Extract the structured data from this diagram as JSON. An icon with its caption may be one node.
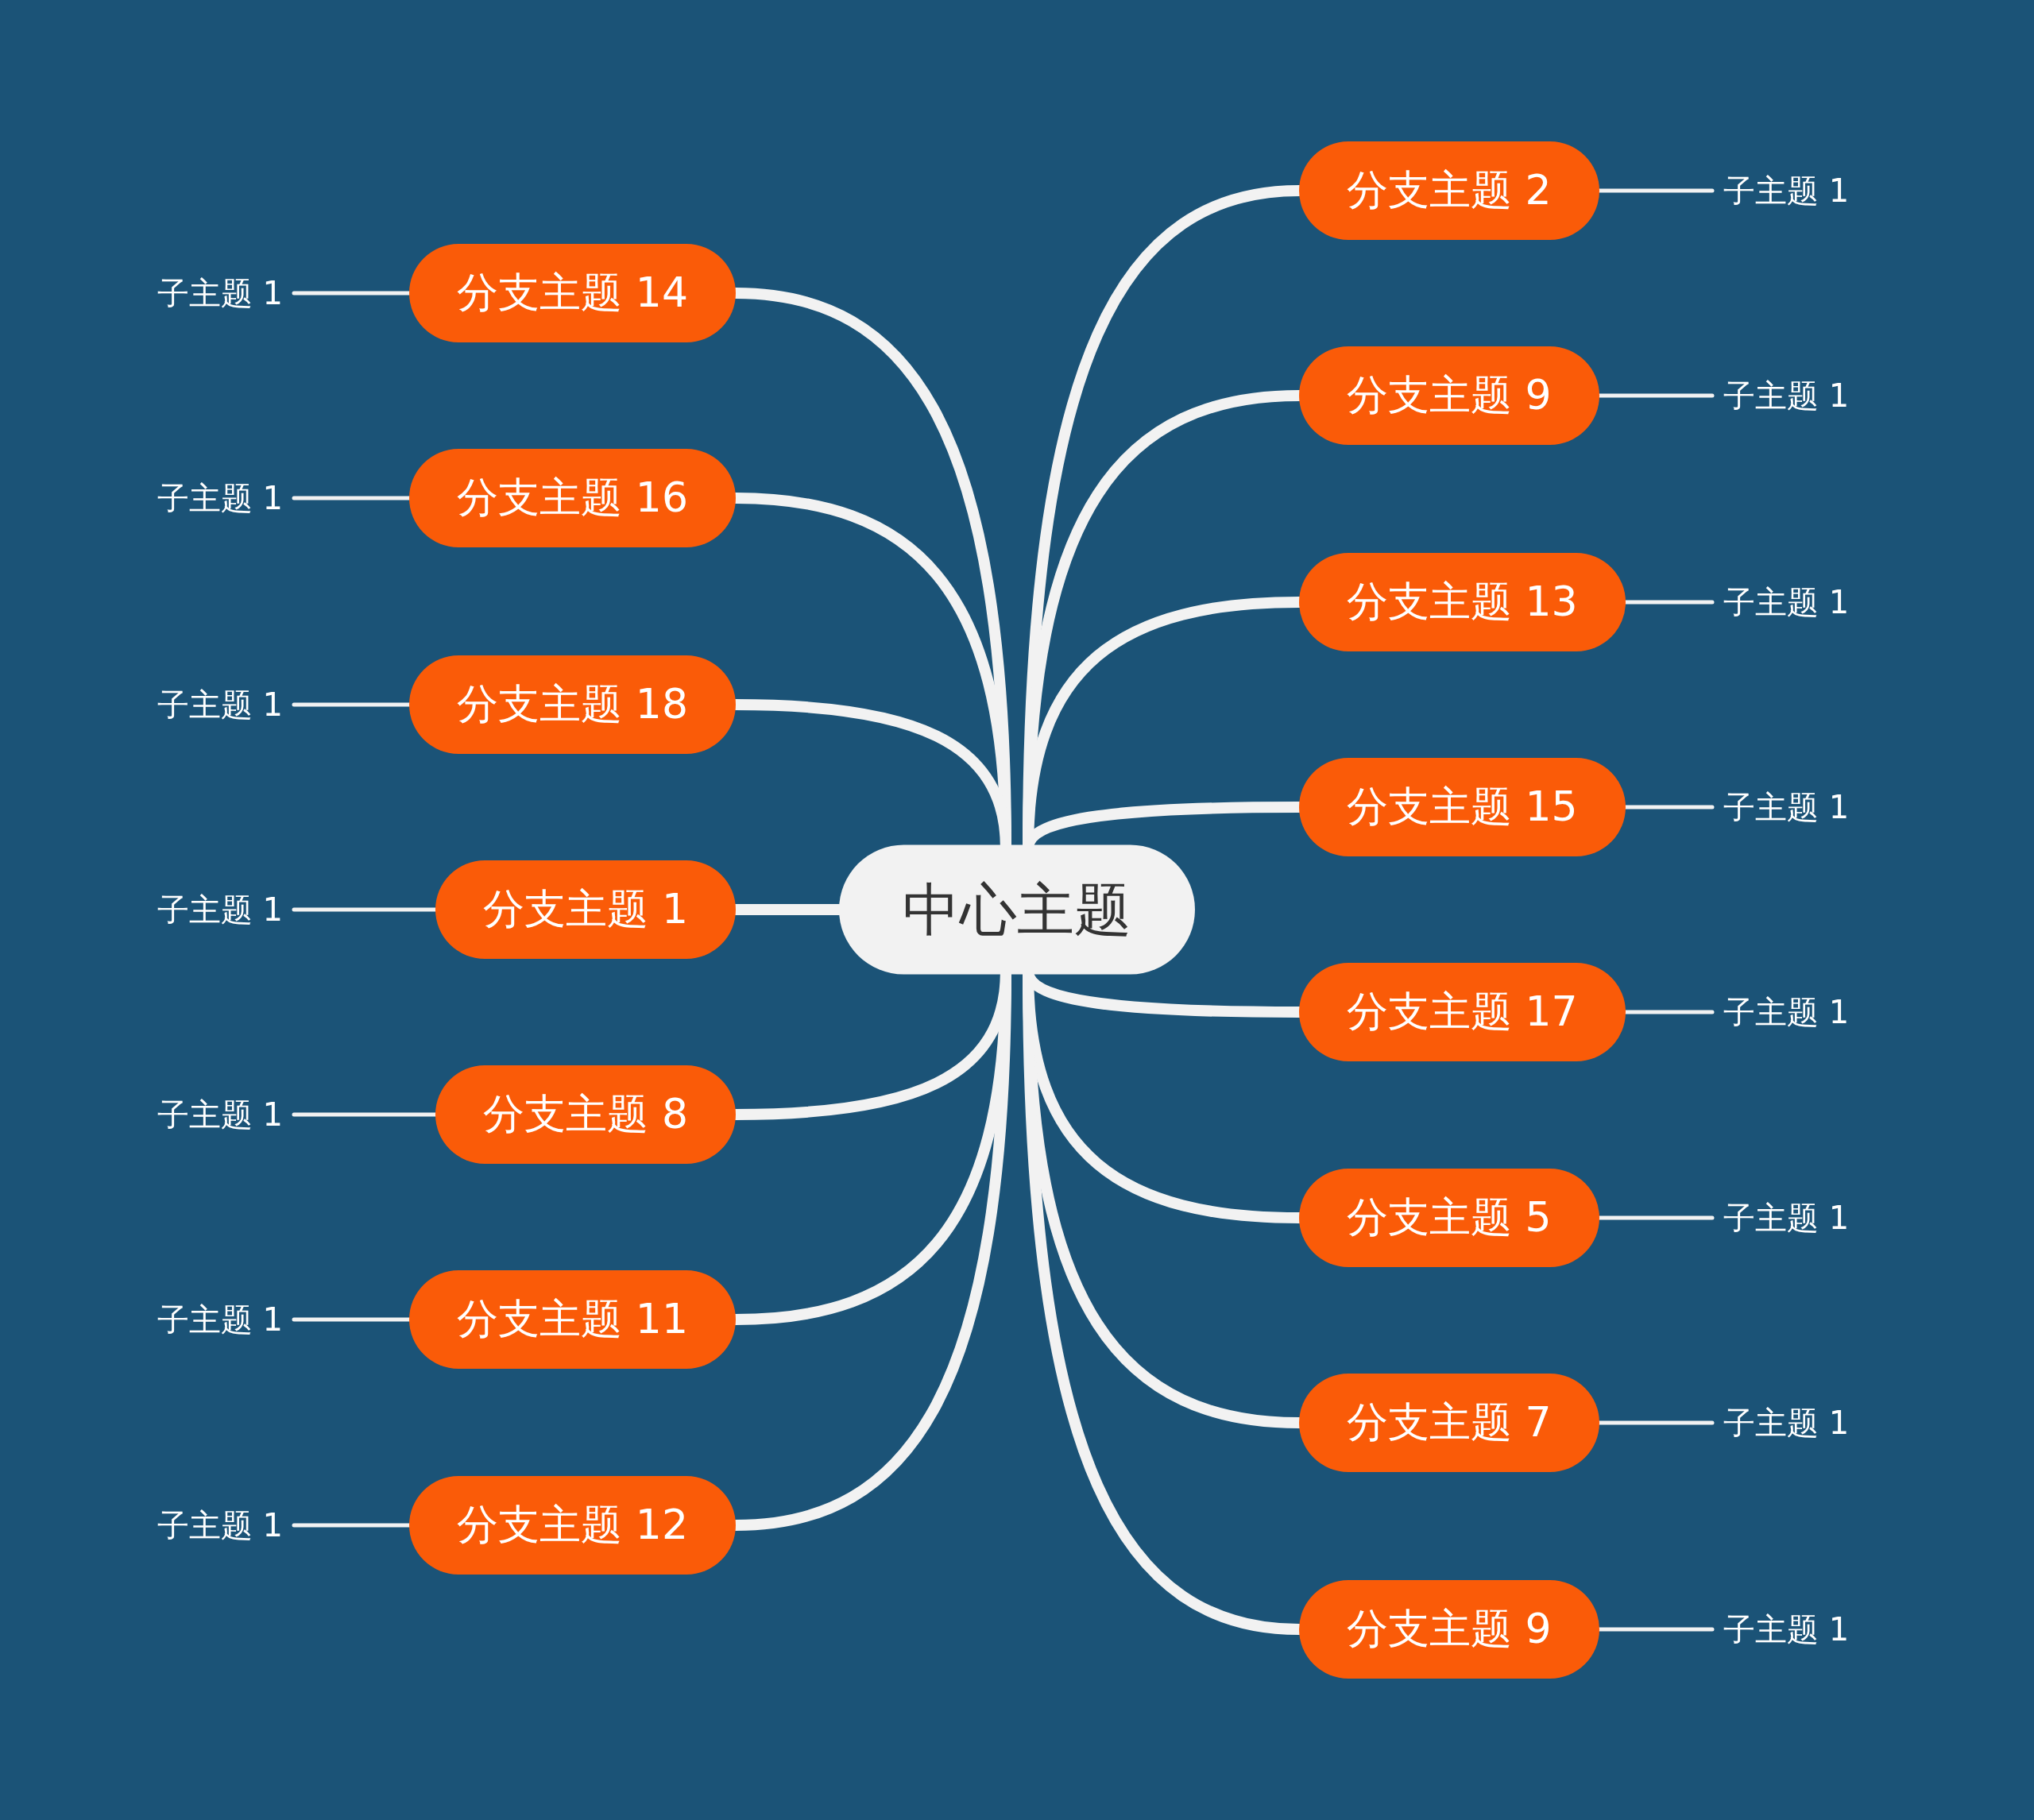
{
  "diagram": {
    "nodes": [
      {
        "text": [
          "中心主题"
        ]
      },
      {
        "text": [
          "分支主题 2"
        ]
      },
      {
        "text": [
          "子主题 1"
        ]
      },
      {
        "text": [
          "分支主题 9"
        ]
      },
      {
        "text": [
          "子主题 1"
        ]
      },
      {
        "text": [
          "分支主题 13"
        ]
      },
      {
        "text": [
          "子主题 1"
        ]
      },
      {
        "text": [
          "分支主题 15"
        ]
      },
      {
        "text": [
          "子主题 1"
        ]
      },
      {
        "text": [
          "分支主题 17"
        ]
      },
      {
        "text": [
          "子主题 1"
        ]
      },
      {
        "text": [
          "分支主题 5"
        ]
      },
      {
        "text": [
          "子主题 1"
        ]
      },
      {
        "text": [
          "分支主题 7"
        ]
      },
      {
        "text": [
          "子主题 1"
        ]
      },
      {
        "text": [
          "分支主题 9"
        ]
      },
      {
        "text": [
          "子主题 1"
        ]
      },
      {
        "text": [
          "分支主题 14"
        ]
      },
      {
        "text": [
          "子主题 1"
        ]
      },
      {
        "text": [
          "分支主题 16"
        ]
      },
      {
        "text": [
          "子主题 1"
        ]
      },
      {
        "text": [
          "分支主题 18"
        ]
      },
      {
        "text": [
          "子主题 1"
        ]
      },
      {
        "text": [
          "分支主题 1"
        ]
      },
      {
        "text": [
          "子主题 1"
        ]
      },
      {
        "text": [
          "分支主题 8"
        ]
      },
      {
        "text": [
          "子主题 1"
        ]
      },
      {
        "text": [
          "分支主题 11"
        ]
      },
      {
        "text": [
          "子主题 1"
        ]
      },
      {
        "text": [
          "分支主题 12"
        ]
      },
      {
        "text": [
          "子主题 1"
        ]
      }
    ],
    "edges": [
      {
        "from": 0,
        "to": 1,
        "arrow": "none",
        "style": "thick"
      },
      {
        "from": 1,
        "to": 2,
        "arrow": "none"
      },
      {
        "from": 0,
        "to": 3,
        "arrow": "none",
        "style": "thick"
      },
      {
        "from": 3,
        "to": 4,
        "arrow": "none"
      },
      {
        "from": 0,
        "to": 5,
        "arrow": "none",
        "style": "thick"
      },
      {
        "from": 5,
        "to": 6,
        "arrow": "none"
      },
      {
        "from": 0,
        "to": 7,
        "arrow": "none",
        "style": "thick"
      },
      {
        "from": 7,
        "to": 8,
        "arrow": "none"
      },
      {
        "from": 0,
        "to": 9,
        "arrow": "none",
        "style": "thick"
      },
      {
        "from": 9,
        "to": 10,
        "arrow": "none"
      },
      {
        "from": 0,
        "to": 11,
        "arrow": "none",
        "style": "thick"
      },
      {
        "from": 11,
        "to": 12,
        "arrow": "none"
      },
      {
        "from": 0,
        "to": 13,
        "arrow": "none",
        "style": "thick"
      },
      {
        "from": 13,
        "to": 14,
        "arrow": "none"
      },
      {
        "from": 0,
        "to": 15,
        "arrow": "none",
        "style": "thick"
      },
      {
        "from": 15,
        "to": 16,
        "arrow": "none"
      },
      {
        "from": 0,
        "to": 17,
        "arrow": "none",
        "style": "thick"
      },
      {
        "from": 17,
        "to": 18,
        "arrow": "none"
      },
      {
        "from": 0,
        "to": 19,
        "arrow": "none",
        "style": "thick"
      },
      {
        "from": 19,
        "to": 20,
        "arrow": "none"
      },
      {
        "from": 0,
        "to": 21,
        "arrow": "none",
        "style": "thick"
      },
      {
        "from": 21,
        "to": 22,
        "arrow": "none"
      },
      {
        "from": 0,
        "to": 23,
        "arrow": "none",
        "style": "thick"
      },
      {
        "from": 23,
        "to": 24,
        "arrow": "none"
      },
      {
        "from": 0,
        "to": 25,
        "arrow": "none",
        "style": "thick"
      },
      {
        "from": 25,
        "to": 26,
        "arrow": "none"
      },
      {
        "from": 0,
        "to": 27,
        "arrow": "none",
        "style": "thick"
      },
      {
        "from": 27,
        "to": 28,
        "arrow": "none"
      },
      {
        "from": 0,
        "to": 29,
        "arrow": "none",
        "style": "thick"
      },
      {
        "from": 29,
        "to": 30,
        "arrow": "none"
      }
    ]
  }
}
